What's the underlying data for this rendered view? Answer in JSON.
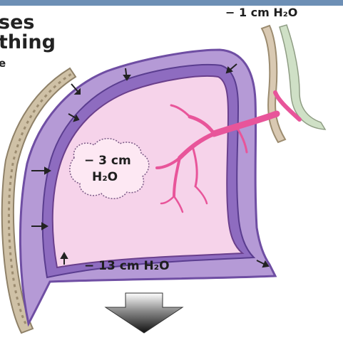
{
  "title": {
    "line1": "ses",
    "line2": "thing",
    "line3": "e"
  },
  "labels": {
    "atmospheric": "− 1 cm H₂O",
    "alveolar_line1": "− 3 cm",
    "alveolar_line2": "H₂O",
    "intrapleural": "− 13 cm H₂O"
  },
  "colors": {
    "top_bar": "#6d8fb5",
    "pleura_outer": "#b59ad6",
    "pleura_inner": "#8e6cc0",
    "lung_fill": "#f6d3ea",
    "airway": "#e8559a",
    "chest_wall": "#b5a58a",
    "arrow": "#2b2b2b"
  },
  "icons": {
    "pressure_arrow": "arrow-down-icon"
  }
}
